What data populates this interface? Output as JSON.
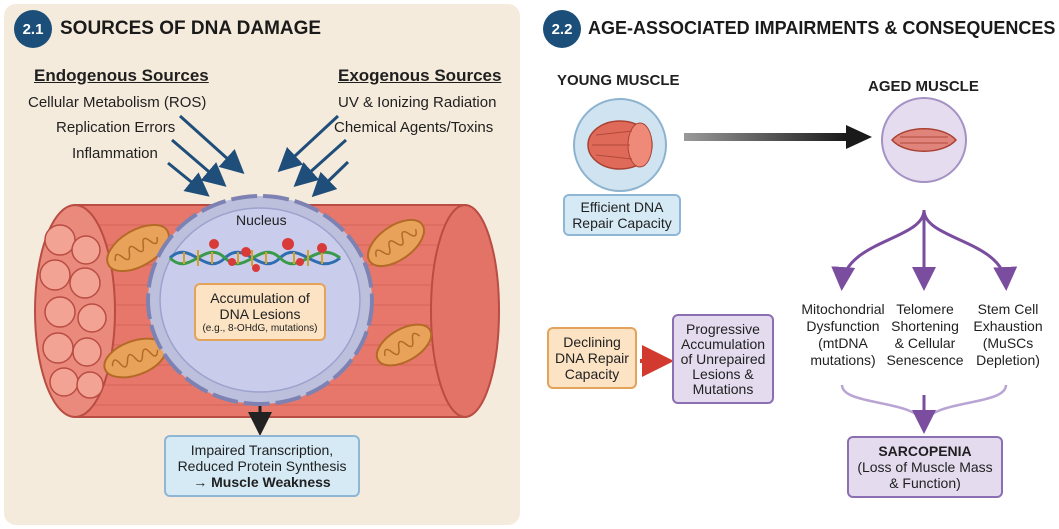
{
  "panel_left": {
    "badge": "2.1",
    "title": "SOURCES OF DNA DAMAGE",
    "endogenous": {
      "heading": "Endogenous Sources",
      "items": [
        "Cellular Metabolism (ROS)",
        "Replication Errors",
        "Inflammation"
      ]
    },
    "exogenous": {
      "heading": "Exogenous Sources",
      "items": [
        "UV & Ionizing Radiation",
        "Chemical Agents/Toxins"
      ]
    },
    "nucleus_label": "Nucleus",
    "lesions_box": {
      "line1": "Accumulation of",
      "line2": "DNA Lesions",
      "line3": "(e.g., 8-OHdG, mutations)"
    },
    "outcome_box": {
      "line1": "Impaired Transcription,",
      "line2": "Reduced Protein Synthesis",
      "line3": "→ Muscle Weakness"
    }
  },
  "panel_right": {
    "badge": "2.2",
    "title": "AGE-ASSOCIATED IMPAIRMENTS & CONSEQUENCES",
    "young_label": "YOUNG MUSCLE",
    "aged_label": "AGED MUSCLE",
    "repair_box": {
      "line1": "Efficient DNA",
      "line2": "Repair Capacity"
    },
    "declining_box": {
      "line1": "Declining",
      "line2": "DNA Repair",
      "line3": "Capacity"
    },
    "progressive_box": {
      "line1": "Progressive",
      "line2": "Accumulation",
      "line3": "of Unrepaired",
      "line4": "Lesions &",
      "line5": "Mutations"
    },
    "consequences": [
      {
        "line1": "Mitochondrial",
        "line2": "Dysfunction",
        "line3": "(mtDNA",
        "line4": "mutations)"
      },
      {
        "line1": "Telomere",
        "line2": "Shortening",
        "line3": "& Cellular",
        "line4": "Senescence"
      },
      {
        "line1": "Stem Cell",
        "line2": "Exhaustion",
        "line3": "(MuSCs",
        "line4": "Depletion)"
      }
    ],
    "sarcopenia_box": {
      "title": "SARCOPENIA",
      "line2": "(Loss of Muscle Mass",
      "line3": "& Function)"
    }
  },
  "colors": {
    "panel_bg": "#f5ebdc",
    "badge": "#1c4e7a",
    "arrow_blue": "#1e4e79",
    "muscle": "#e7776a",
    "nucleus": "#b5b9d8",
    "purple": "#7a4d9e",
    "red_arrow": "#d23a2f"
  }
}
